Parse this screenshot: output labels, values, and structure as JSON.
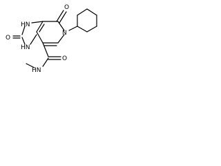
{
  "molecule": {
    "atoms": {
      "o_top": "O",
      "n_ring": "N",
      "nh_imid_top": "HN",
      "nh_imid_bottom": "HN",
      "o_imid": "O",
      "o_amide": "O",
      "nh_amide": "HN"
    },
    "colors": {
      "bond": "#000000",
      "label": "#000000",
      "background": "#ffffff"
    }
  }
}
